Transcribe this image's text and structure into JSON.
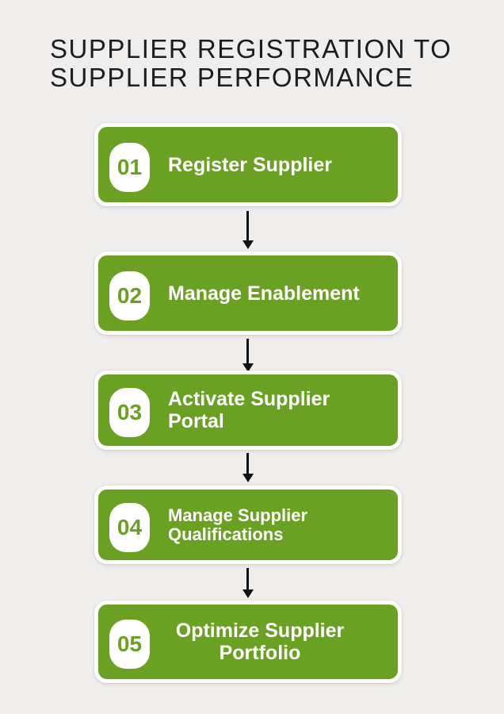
{
  "title": {
    "text": "SUPPLIER REGISTRATION TO\nSUPPLIER PERFORMANCE"
  },
  "colors": {
    "page_bg": "#efeeec",
    "green": "#6aa122",
    "card_border": "#ffffff",
    "badge_bg": "#ffffff",
    "card_text": "#ffffff",
    "title_text": "#1d1d1d",
    "arrow": "#111111"
  },
  "steps": [
    {
      "number": "01",
      "label": "Register Supplier"
    },
    {
      "number": "02",
      "label": "Manage Enablement"
    },
    {
      "number": "03",
      "label": "Activate Supplier Portal"
    },
    {
      "number": "04",
      "label": "Manage Supplier\nQualifications"
    },
    {
      "number": "05",
      "label": "Optimize Supplier\nPortfolio"
    }
  ]
}
